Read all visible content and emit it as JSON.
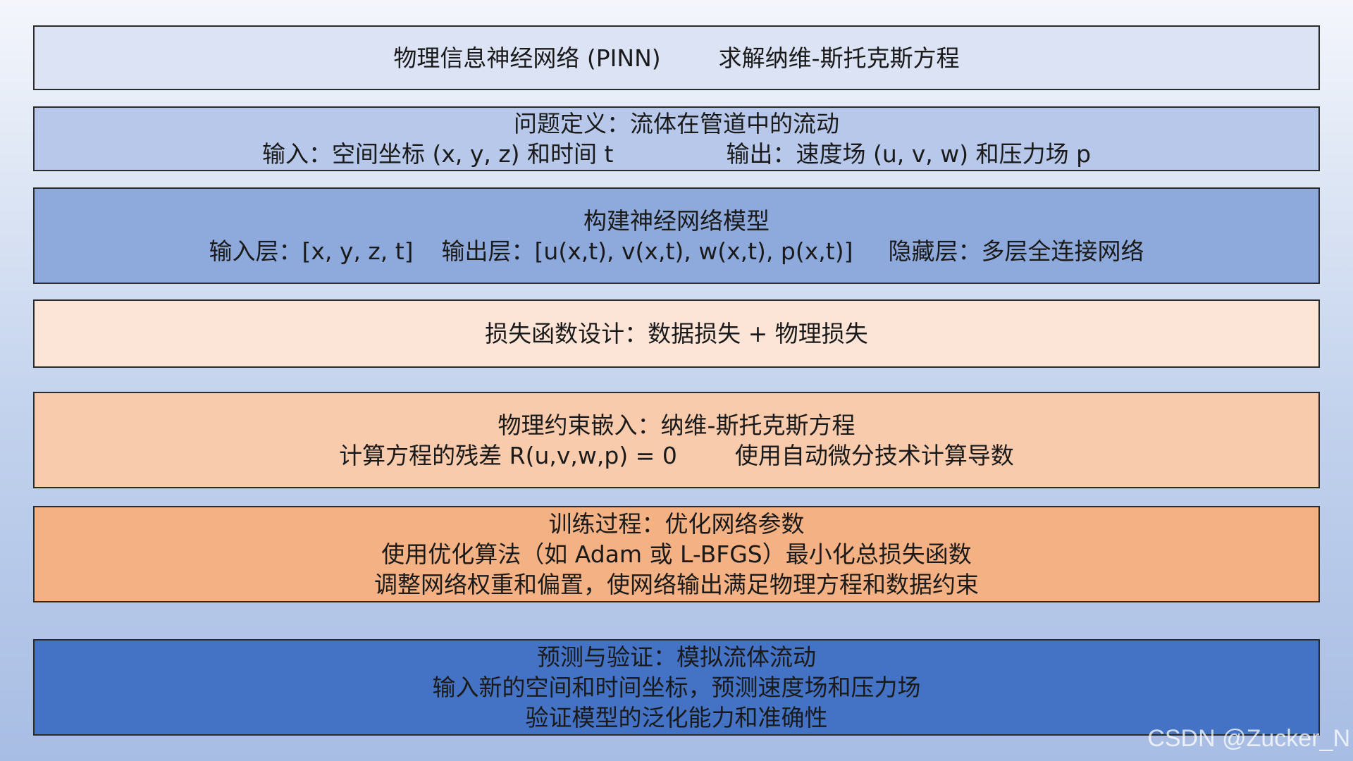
{
  "title_box": {
    "left": "物理信息神经网络 (PINN)",
    "right": "求解纳维-斯托克斯方程"
  },
  "problem_box": {
    "heading": "问题定义：流体在管道中的流动",
    "input": "输入：空间坐标 (x, y, z) 和时间 t",
    "output": "输出：速度场 (u, v, w) 和压力场 p"
  },
  "model_box": {
    "heading": "构建神经网络模型",
    "input_layer": "输入层：[x, y, z, t]",
    "output_layer": "输出层：[u(x,t), v(x,t), w(x,t), p(x,t)]",
    "hidden_layer": "隐藏层：多层全连接网络"
  },
  "loss_box": {
    "heading": "损失函数设计：数据损失 + 物理损失"
  },
  "physics_box": {
    "heading": "物理约束嵌入：纳维-斯托克斯方程",
    "residual": "计算方程的残差 R(u,v,w,p) = 0",
    "autodiff": "使用自动微分技术计算导数"
  },
  "training_box": {
    "heading": "训练过程：优化网络参数",
    "line1": "使用优化算法（如 Adam 或 L-BFGS）最小化总损失函数",
    "line2": "调整网络权重和偏置，使网络输出满足物理方程和数据约束"
  },
  "prediction_box": {
    "heading": "预测与验证：模拟流体流动",
    "line1": "输入新的空间和时间坐标，预测速度场和压力场",
    "line2": "验证模型的泛化能力和准确性"
  },
  "watermark": "CSDN @Zucker_N"
}
